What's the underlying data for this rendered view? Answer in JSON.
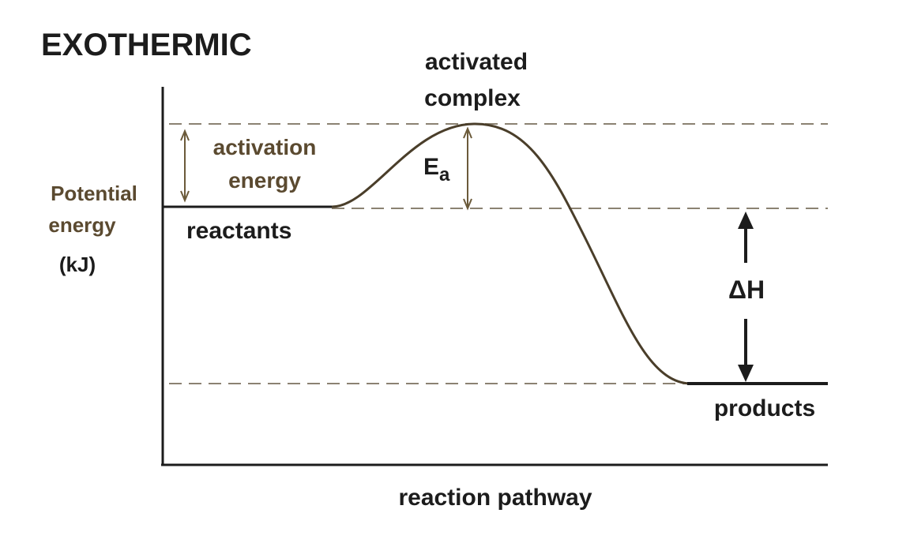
{
  "title": "EXOTHERMIC",
  "labels": {
    "activated_complex_line1": "activated",
    "activated_complex_line2": "complex",
    "activation_energy_line1": "activation",
    "activation_energy_line2": "energy",
    "ea_main": "E",
    "ea_sub": "a",
    "y_axis_line1": "Potential",
    "y_axis_line2": "energy",
    "y_axis_line3": "(kJ)",
    "reactants": "reactants",
    "products": "products",
    "delta_h": "ΔH",
    "x_axis": "reaction pathway"
  },
  "colors": {
    "axis": "#1c1c1c",
    "curve": "#4a3e2a",
    "dashed": "#8b8272",
    "arrow_brown": "#6b5a3a",
    "text_brown": "#5b4a30",
    "text_black": "#1c1c1c"
  }
}
